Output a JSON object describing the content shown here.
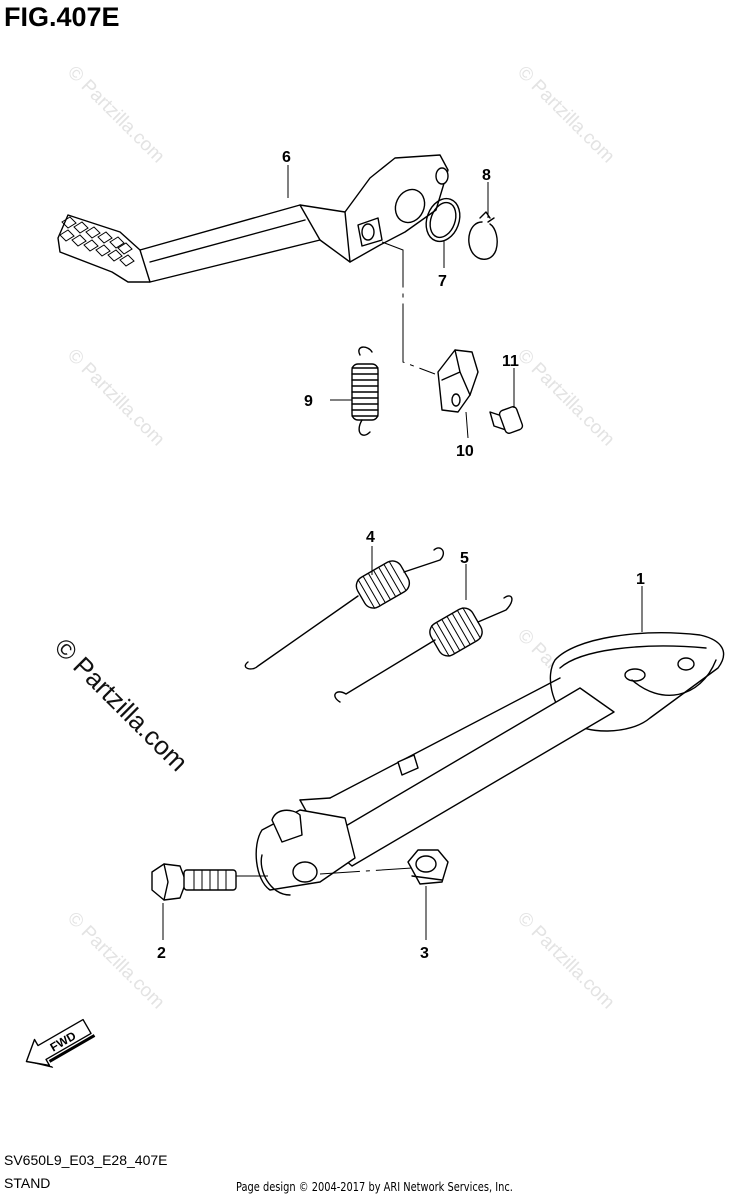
{
  "header": {
    "figure_title": "FIG.407E"
  },
  "footer": {
    "model_code": "SV650L9_E03_E28_407E",
    "section_name": "STAND",
    "credit": "Page design © 2004-2017 by ARI Network Services, Inc."
  },
  "watermark": {
    "text": "© Partzilla.com"
  },
  "fwd_label": "FWD",
  "callouts": [
    "1",
    "2",
    "3",
    "4",
    "5",
    "6",
    "7",
    "8",
    "9",
    "10",
    "11"
  ]
}
